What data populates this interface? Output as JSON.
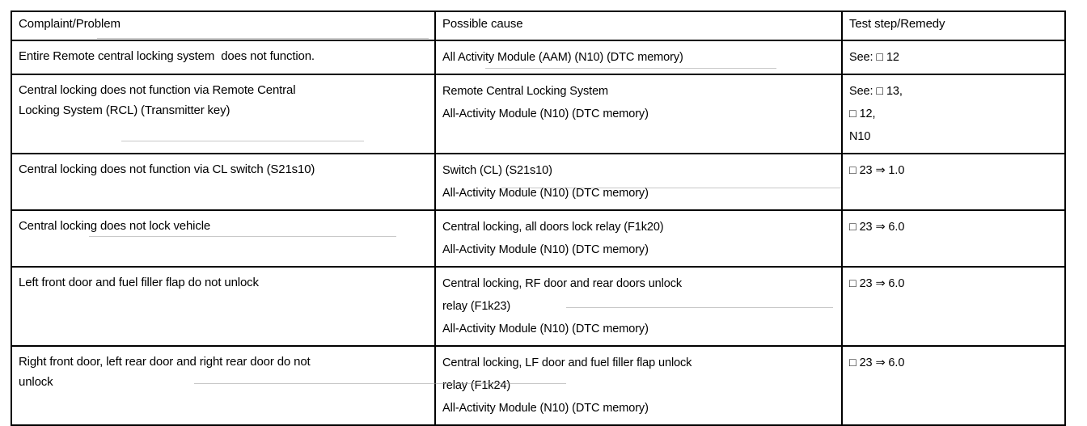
{
  "document": {
    "kind": "scanned-service-manual-table",
    "title": "Central locking fault diagnosis table"
  },
  "table": {
    "columns": [
      {
        "key": "complaint",
        "header": "Complaint/Problem"
      },
      {
        "key": "cause",
        "header": "Possible cause"
      },
      {
        "key": "remedy",
        "header": "Test step/Remedy"
      }
    ],
    "rows": [
      {
        "complaint": [
          "Entire Remote central locking system  does not function."
        ],
        "cause": [
          "All Activity Module (AAM) (N10) (DTC memory)"
        ],
        "remedy": [
          "See: □ 12"
        ]
      },
      {
        "complaint": [
          "Central locking does not function via Remote Central",
          "Locking System (RCL) (Transmitter key)"
        ],
        "cause": [
          "Remote Central Locking System",
          "All-Activity Module (N10) (DTC memory)"
        ],
        "remedy": [
          "See: □ 13,",
          "□ 12,",
          "N10"
        ]
      },
      {
        "complaint": [
          "Central locking does not function via CL switch (S21s10)"
        ],
        "cause": [
          "Switch (CL) (S21s10)",
          "All-Activity Module (N10) (DTC memory)"
        ],
        "remedy": [
          "□ 23 ⇒ 1.0"
        ]
      },
      {
        "complaint": [
          "Central locking does not lock vehicle"
        ],
        "cause": [
          "Central locking, all doors lock relay (F1k20)",
          "All-Activity Module (N10) (DTC memory)"
        ],
        "remedy": [
          "□ 23 ⇒ 6.0"
        ]
      },
      {
        "complaint": [
          "Left front door and fuel filler flap do not unlock"
        ],
        "cause": [
          "Central locking, RF door and rear doors unlock",
          "relay (F1k23)",
          "All-Activity Module (N10) (DTC memory)"
        ],
        "remedy": [
          "□ 23 ⇒ 6.0"
        ]
      },
      {
        "complaint": [
          "Right front door, left rear door and right rear door do not",
          "unlock"
        ],
        "cause": [
          "Central locking, LF door and fuel filler flap unlock",
          "relay (F1k24)",
          "All-Activity Module (N10) (DTC memory)"
        ],
        "remedy": [
          "□ 23 ⇒ 6.0"
        ]
      }
    ]
  }
}
